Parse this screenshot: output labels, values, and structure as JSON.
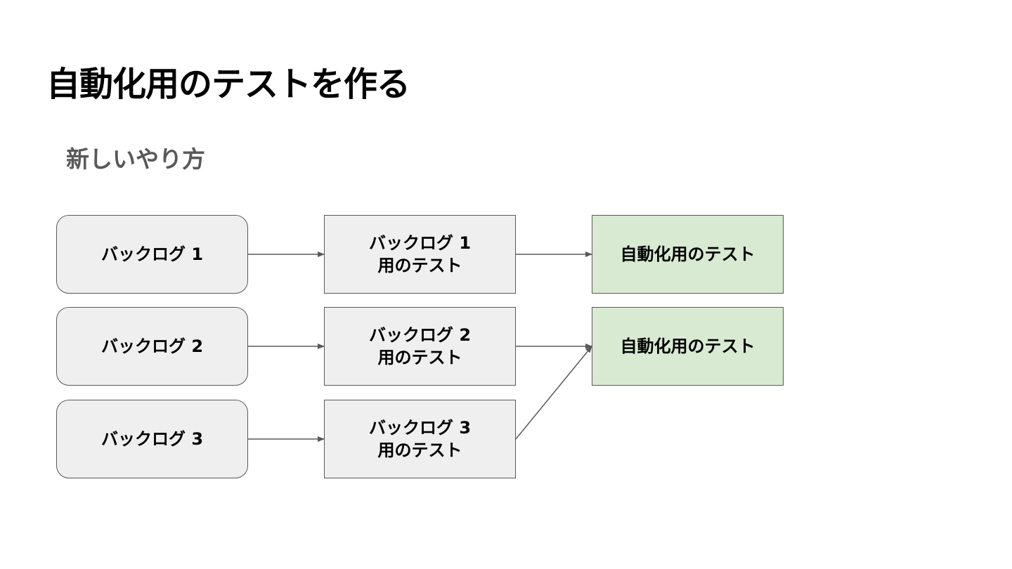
{
  "slide": {
    "title": "自動化用のテストを作る",
    "subtitle": "新しいやり方"
  },
  "diagram": {
    "backlogs": [
      {
        "label": "バックログ 1"
      },
      {
        "label": "バックログ 2"
      },
      {
        "label": "バックログ 3"
      }
    ],
    "tests": [
      {
        "line1": "バックログ 1",
        "line2": "用のテスト"
      },
      {
        "line1": "バックログ 2",
        "line2": "用のテスト"
      },
      {
        "line1": "バックログ 3",
        "line2": "用のテスト"
      }
    ],
    "automated_tests": [
      {
        "label": "自動化用のテスト"
      },
      {
        "label": "自動化用のテスト"
      }
    ],
    "edges": [
      {
        "from": "バックログ 1",
        "to": "バックログ 1 用のテスト"
      },
      {
        "from": "バックログ 2",
        "to": "バックログ 2 用のテスト"
      },
      {
        "from": "バックログ 3",
        "to": "バックログ 3 用のテスト"
      },
      {
        "from": "バックログ 1 用のテスト",
        "to": "自動化用のテスト (1)"
      },
      {
        "from": "バックログ 2 用のテスト",
        "to": "自動化用のテスト (2)"
      },
      {
        "from": "バックログ 3 用のテスト",
        "to": "自動化用のテスト (2)"
      }
    ],
    "colors": {
      "node_fill": "#efefef",
      "result_fill": "#d9ead3",
      "stroke": "#595959",
      "subtitle": "#595959"
    }
  }
}
